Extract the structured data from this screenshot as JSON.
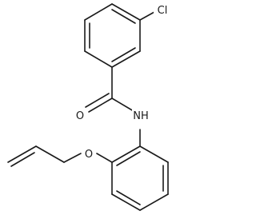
{
  "structure": {
    "atom_labels": {
      "chlorine": "Cl",
      "carbonyl_oxygen": "O",
      "amide_nitrogen": "NH",
      "ether_oxygen": "O"
    }
  }
}
